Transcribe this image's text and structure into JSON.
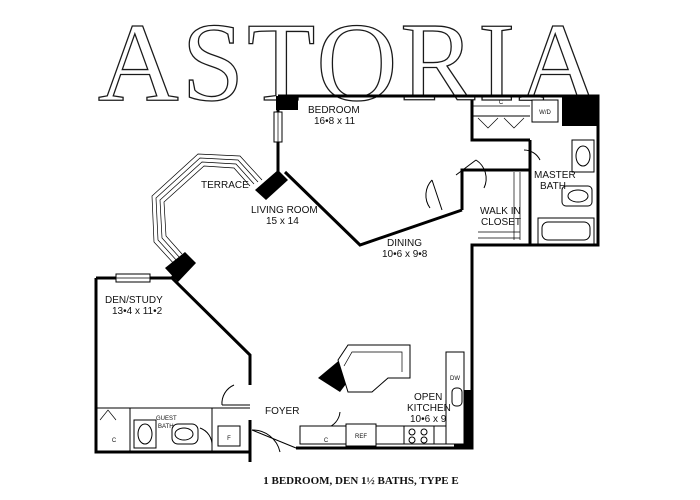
{
  "brand": {
    "name": "ASTORIA"
  },
  "rooms": {
    "bedroom": {
      "name": "BEDROOM",
      "size": "16•8 x 11"
    },
    "living": {
      "name": "LIVING ROOM",
      "size": "15 x 14"
    },
    "terrace": {
      "name": "TERRACE"
    },
    "dining": {
      "name": "DINING",
      "size": "10•6 x 9•8"
    },
    "den": {
      "name": "DEN/STUDY",
      "size": "13•4 x 11•2"
    },
    "foyer": {
      "name": "FOYER"
    },
    "kitchen": {
      "name1": "OPEN",
      "name2": "KITCHEN",
      "size": "10•6 x 9"
    },
    "master_bath": {
      "name1": "MASTER",
      "name2": "BATH"
    },
    "walk_in": {
      "name1": "WALK IN",
      "name2": "CLOSET"
    },
    "guest_bath": {
      "name1": "GUEST",
      "name2": "BATH"
    }
  },
  "fixtures": {
    "closet": "C",
    "washer_dryer": "W/D",
    "dishwasher": "DW",
    "refrigerator": "REF",
    "furnace": "F"
  },
  "caption": "1 BEDROOM, DEN 1½ BATHS, TYPE E"
}
